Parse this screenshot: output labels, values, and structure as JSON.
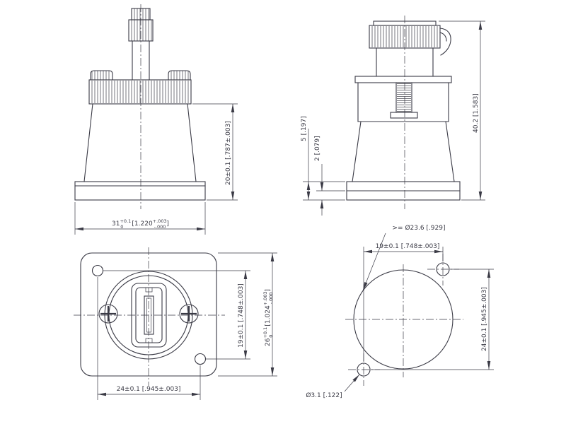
{
  "colors": {
    "line": "#3a3a45",
    "background": "#ffffff"
  },
  "dimensions": {
    "front_width": {
      "value": "31",
      "tol_upper": "+0.1",
      "tol_lower": "0",
      "alt": "[1.220",
      "alt_tol_upper": "+.003",
      "alt_tol_lower": "-.000",
      "alt_close": "]"
    },
    "front_height": "20±0.1 [.787±.003]",
    "side_overall_height": "40.2 [1.583]",
    "side_flange": "5 [.197]",
    "side_gasket": "2 [.079]",
    "face_hole_spacing_h": "24±0.1 [.945±.003]",
    "face_hole_spacing_v": "19±0.1 [.748±.003]",
    "face_flange_height": {
      "value": "26",
      "tol_upper": "+0.1",
      "tol_lower": "0",
      "alt": "[1.024",
      "alt_tol_upper": "+.003",
      "alt_tol_lower": "-.000",
      "alt_close": "]"
    },
    "cutout_min_diameter": ">= Ø23.6 [.929]",
    "cutout_hole_spacing_h": "19±0.1 [.748±.003]",
    "cutout_hole_spacing_v": "24±0.1 [.945±.003]",
    "cutout_hole_diameter": "Ø3.1 [.122]"
  }
}
